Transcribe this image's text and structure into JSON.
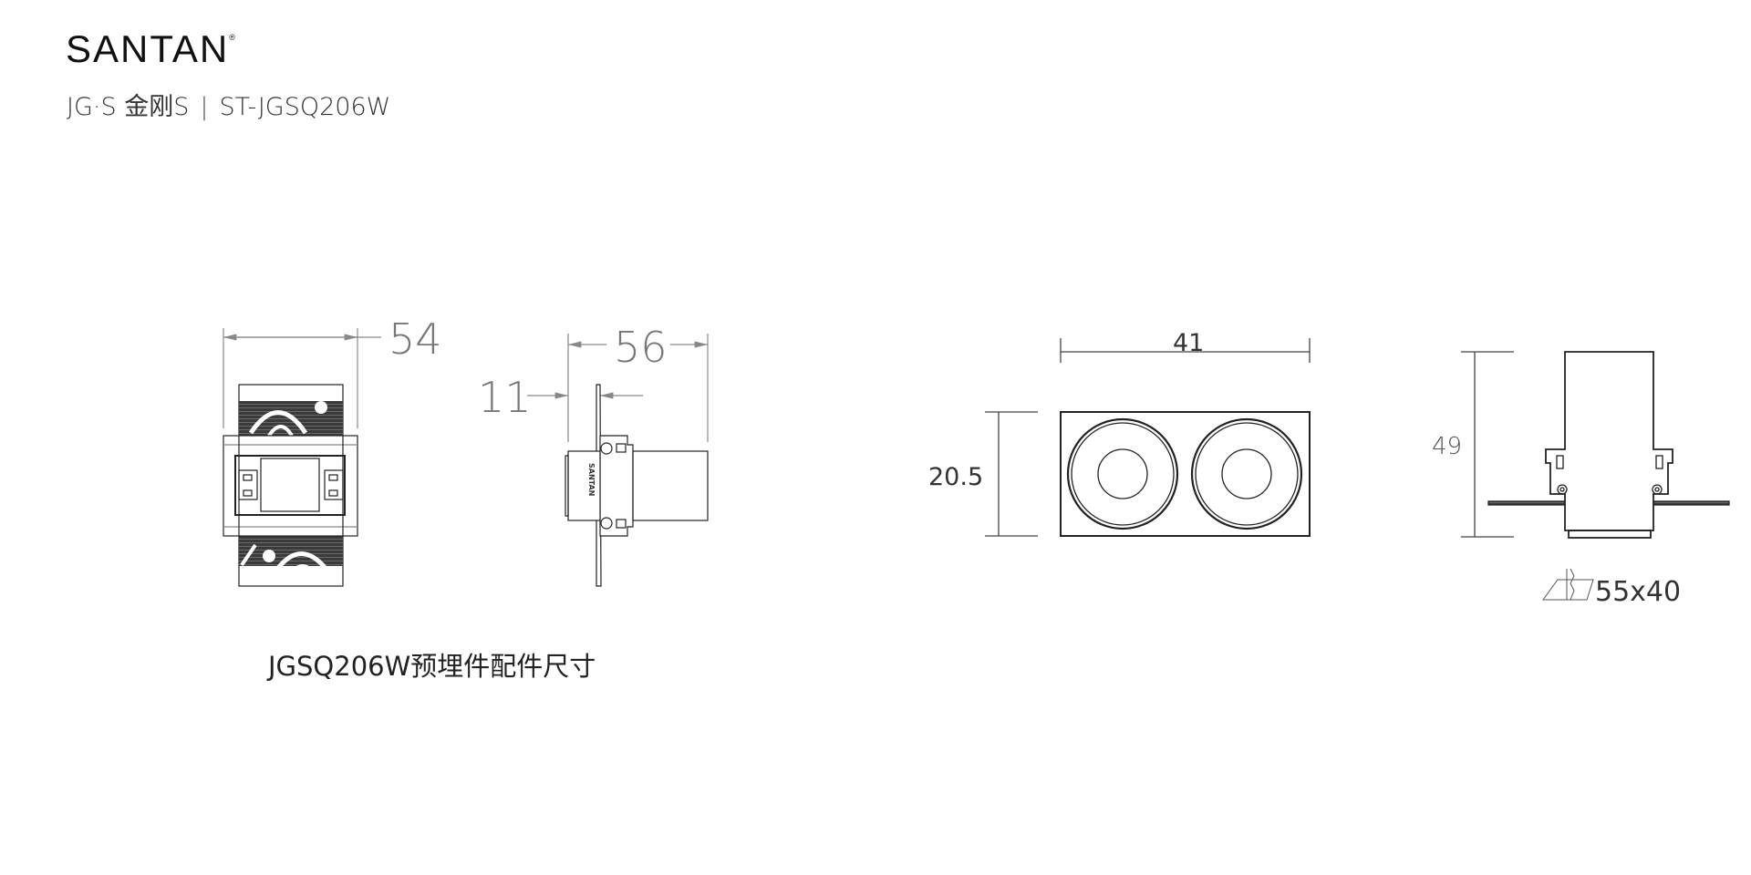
{
  "header": {
    "brand": "SANTAN",
    "registered": "®",
    "series_logo": "JG·S 金刚S",
    "separator": "|",
    "model": "ST-JGSQ206W"
  },
  "drawing": {
    "front_width": "54",
    "side_depth": "56",
    "flange_offset": "11",
    "face_width": "41",
    "face_height": "20.5",
    "total_height": "49",
    "cutout": "55x40",
    "side_label": "SANTAN"
  },
  "caption": "JGSQ206W预埋件配件尺寸",
  "colors": {
    "line": "#222222",
    "dim": "#888888",
    "fill": "#333333"
  }
}
